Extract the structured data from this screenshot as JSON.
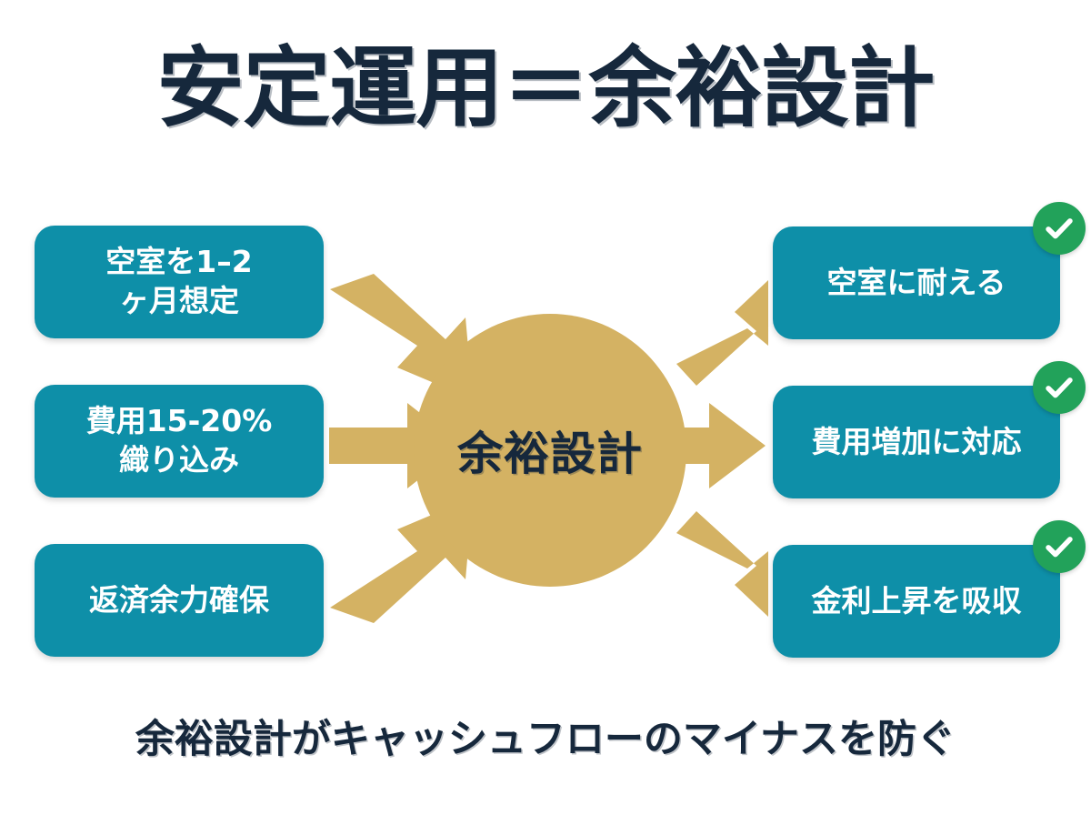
{
  "title": "安定運用＝余裕設計",
  "caption": "余裕設計がキャッシュフローのマイナスを防ぐ",
  "hub": {
    "label": "余裕設計"
  },
  "inputs": [
    {
      "label": "空室を1–2\nヶ月想定"
    },
    {
      "label": "費用15-20%\n織り込み"
    },
    {
      "label": "返済余力確保"
    }
  ],
  "outputs": [
    {
      "label": "空室に耐える",
      "badge": "check-icon"
    },
    {
      "label": "費用増加に対応",
      "badge": "check-icon"
    },
    {
      "label": "金利上昇を吸収",
      "badge": "check-icon"
    }
  ],
  "colors": {
    "box_teal": "#0e8fa8",
    "hub_gold": "#d4b263",
    "arrow_gold": "#d4b263",
    "badge_green": "#22a25a",
    "text_navy": "#16283c",
    "background": "#ffffff"
  }
}
